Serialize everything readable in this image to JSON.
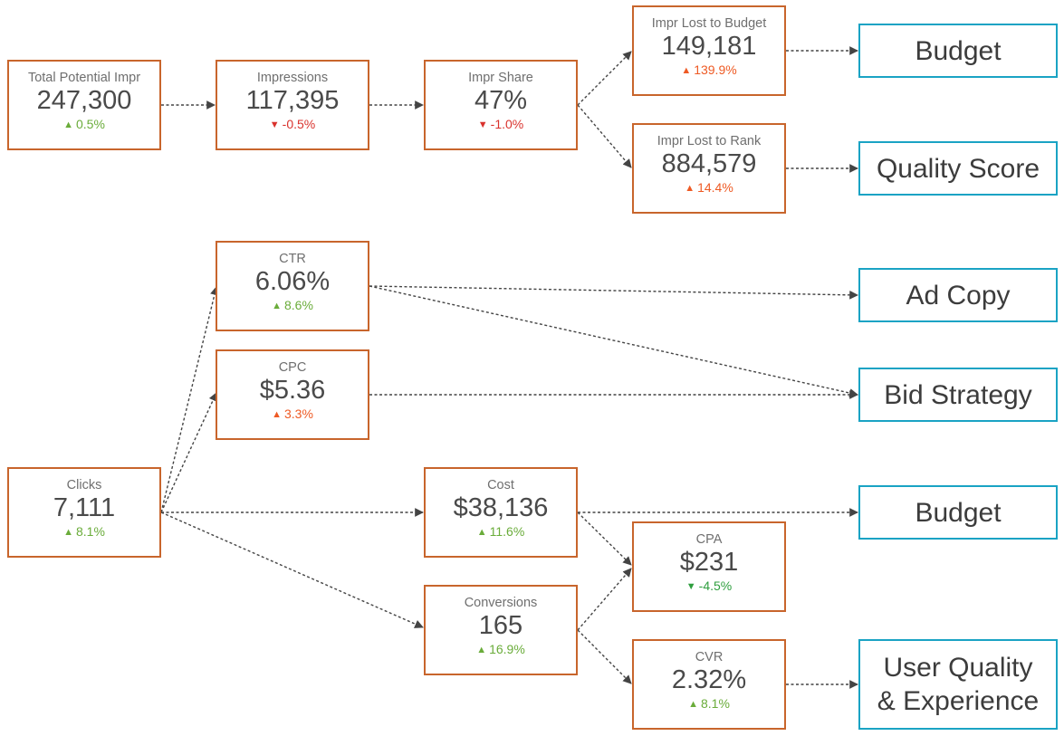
{
  "metrics": {
    "total_potential_impr": {
      "label": "Total Potential Impr",
      "value": "247,300",
      "arrow": "▲",
      "change": "0.5%"
    },
    "impressions": {
      "label": "Impressions",
      "value": "117,395",
      "arrow": "▼",
      "change": "-0.5%"
    },
    "impr_share": {
      "label": "Impr Share",
      "value": "47%",
      "arrow": "▼",
      "change": "-1.0%"
    },
    "impr_lost_budget": {
      "label": "Impr Lost to Budget",
      "value": "149,181",
      "arrow": "▲",
      "change": "139.9%"
    },
    "impr_lost_rank": {
      "label": "Impr Lost to Rank",
      "value": "884,579",
      "arrow": "▲",
      "change": "14.4%"
    },
    "ctr": {
      "label": "CTR",
      "value": "6.06%",
      "arrow": "▲",
      "change": "8.6%"
    },
    "cpc": {
      "label": "CPC",
      "value": "$5.36",
      "arrow": "▲",
      "change": "3.3%"
    },
    "clicks": {
      "label": "Clicks",
      "value": "7,111",
      "arrow": "▲",
      "change": "8.1%"
    },
    "cost": {
      "label": "Cost",
      "value": "$38,136",
      "arrow": "▲",
      "change": "11.6%"
    },
    "conversions": {
      "label": "Conversions",
      "value": "165",
      "arrow": "▲",
      "change": "16.9%"
    },
    "cpa": {
      "label": "CPA",
      "value": "$231",
      "arrow": "▼",
      "change": "-4.5%"
    },
    "cvr": {
      "label": "CVR",
      "value": "2.32%",
      "arrow": "▲",
      "change": "8.1%"
    }
  },
  "drivers": {
    "budget_top": "Budget",
    "quality_score": "Quality Score",
    "ad_copy": "Ad Copy",
    "bid_strategy": "Bid Strategy",
    "budget_bottom": "Budget",
    "user_quality_line1": "User Quality",
    "user_quality_line2": "& Experience"
  },
  "colors": {
    "metric_border": "#c8652c",
    "driver_border": "#1aa3c4",
    "positive_good": "#6aac3a",
    "positive_bad": "#ee5a24",
    "negative_bad": "#d9322d",
    "negative_good": "#2e9e3e",
    "connector": "#444444"
  }
}
